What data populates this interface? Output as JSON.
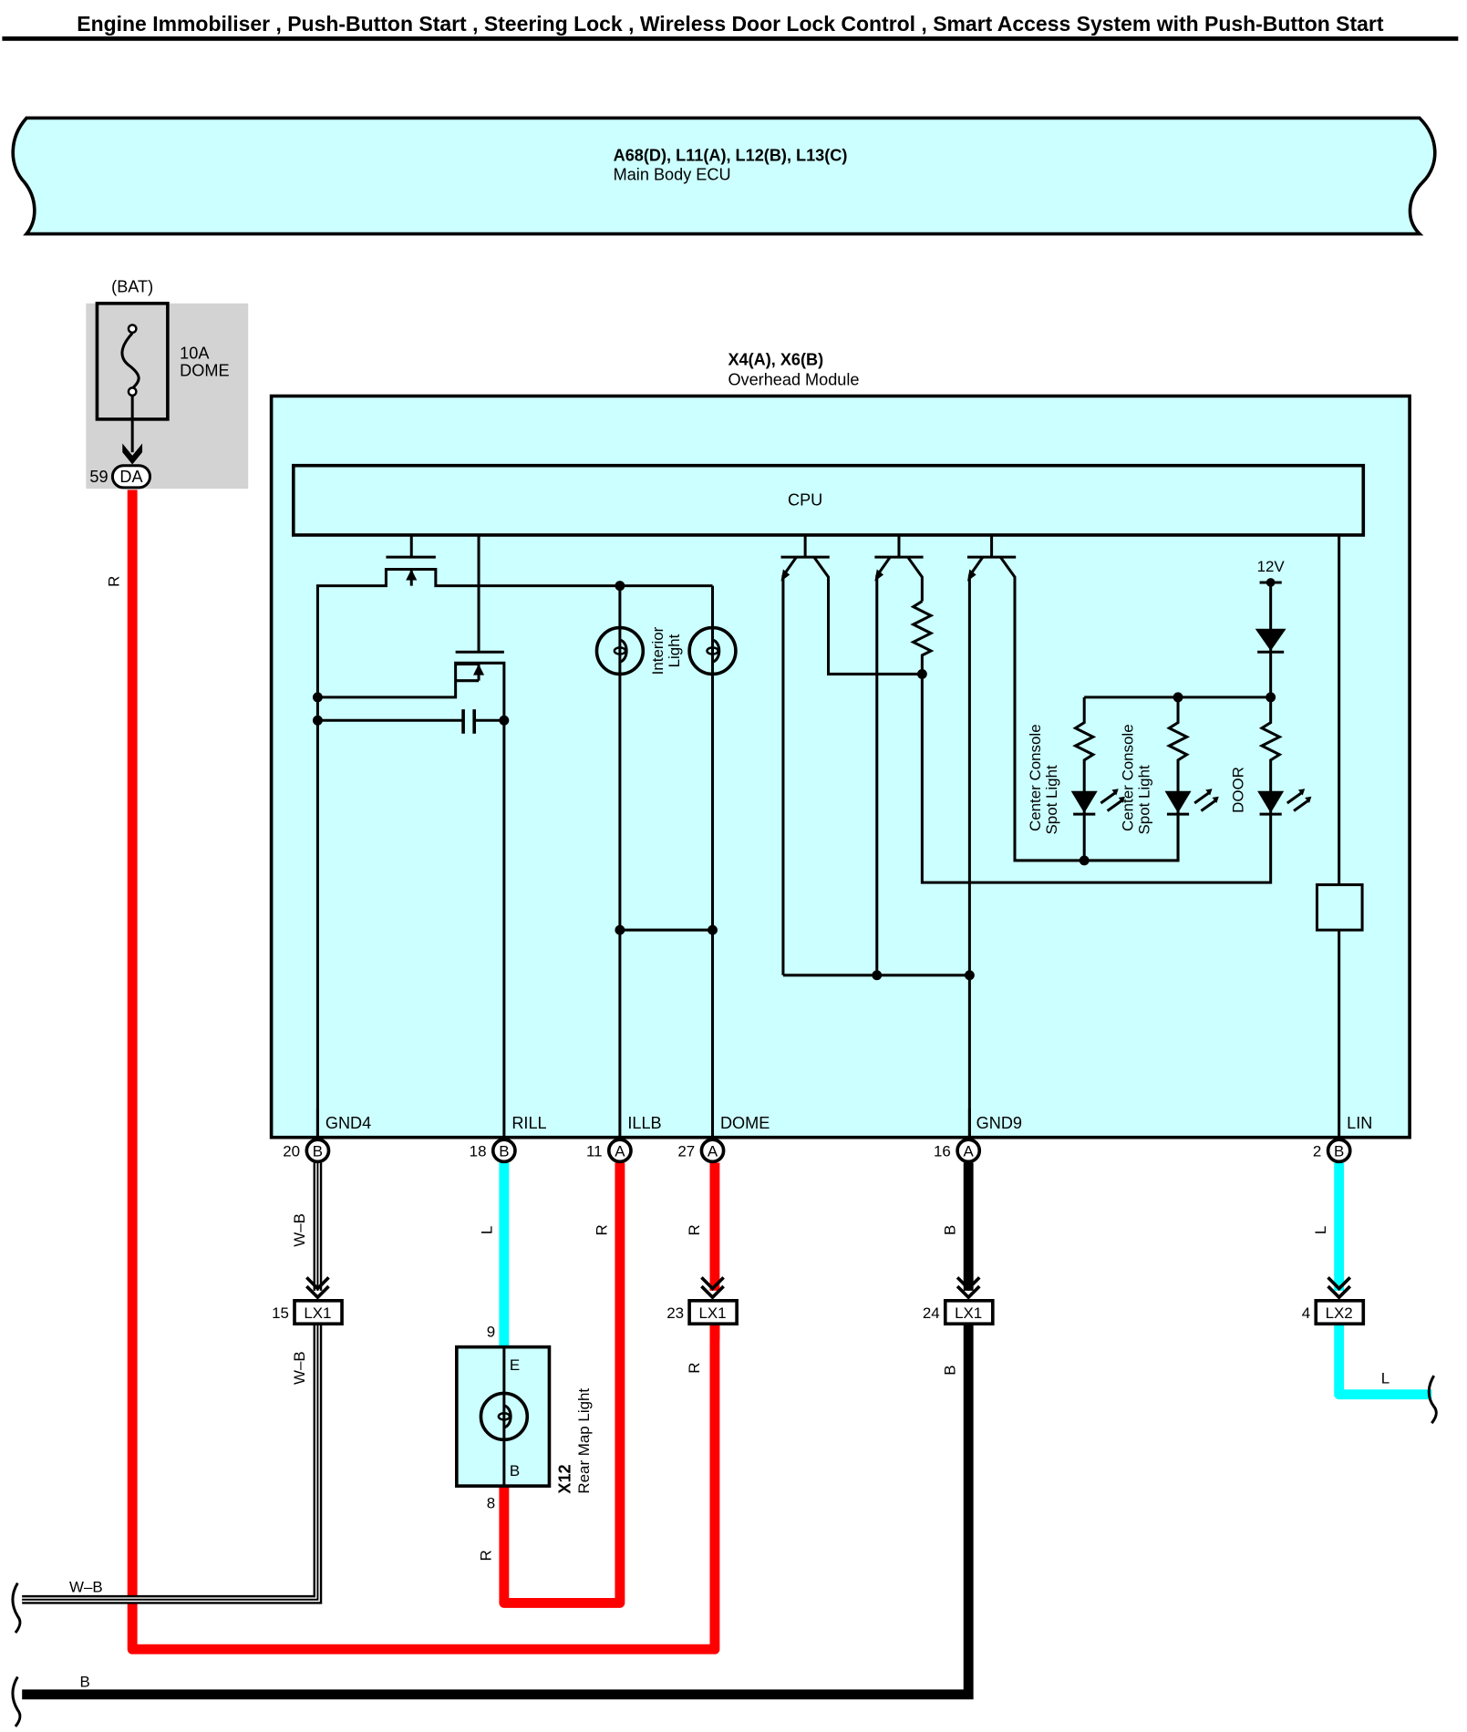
{
  "title": "Engine Immobiliser , Push-Button Start , Steering Lock , Wireless Door Lock Control , Smart Access System with Push-Button Start",
  "colors": {
    "module_fill": "#ccffff",
    "fuse_box_fill": "#d3d3d3",
    "wire_R": "#ff0000",
    "wire_L": "#00ffff",
    "wire_B": "#000000",
    "wire_WB": "#ffffff"
  },
  "main_body_ecu": {
    "connectors": "A68(D), L11(A), L12(B), L13(C)",
    "name": "Main Body ECU"
  },
  "fuse": {
    "source": "(BAT)",
    "rating": "10A",
    "name": "DOME",
    "pin": "59",
    "connector": "DA"
  },
  "overhead_module": {
    "connectors": "X4(A), X6(B)",
    "name": "Overhead Module",
    "cpu_label": "CPU",
    "supply_label": "12V",
    "interior_light_label_1": "Interior",
    "interior_light_label_2": "Light",
    "spot_light_1_line1": "Center Console",
    "spot_light_1_line2": "Spot Light",
    "spot_light_2_line1": "Center Console",
    "spot_light_2_line2": "Spot Light",
    "door_led_label": "DOOR",
    "terminals": [
      {
        "name": "GND4",
        "pin": "20",
        "connector": "B"
      },
      {
        "name": "RILL",
        "pin": "18",
        "connector": "B"
      },
      {
        "name": "ILLB",
        "pin": "11",
        "connector": "A"
      },
      {
        "name": "DOME",
        "pin": "27",
        "connector": "A"
      },
      {
        "name": "GND9",
        "pin": "16",
        "connector": "A"
      },
      {
        "name": "LIN",
        "pin": "2",
        "connector": "B"
      }
    ]
  },
  "wires": {
    "fuse_out": "R",
    "gnd4": "W–B",
    "gnd4_after": "W–B",
    "gnd4_bottom": "W–B",
    "rill": "L",
    "illb": "R",
    "dome": "R",
    "dome_after": "R",
    "gnd9": "B",
    "gnd9_after": "B",
    "gnd9_bottom": "B",
    "lin": "L",
    "lin_after": "L",
    "rear_map_return": "R"
  },
  "junctions": [
    {
      "pin": "15",
      "connector": "LX1"
    },
    {
      "pin": "23",
      "connector": "LX1"
    },
    {
      "pin": "24",
      "connector": "LX1"
    },
    {
      "pin": "4",
      "connector": "LX2"
    }
  ],
  "rear_map_light": {
    "connector": "X12",
    "name": "Rear Map Light",
    "pin_top": "9",
    "pin_bottom": "8",
    "terminal_top": "E",
    "terminal_bottom": "B"
  }
}
